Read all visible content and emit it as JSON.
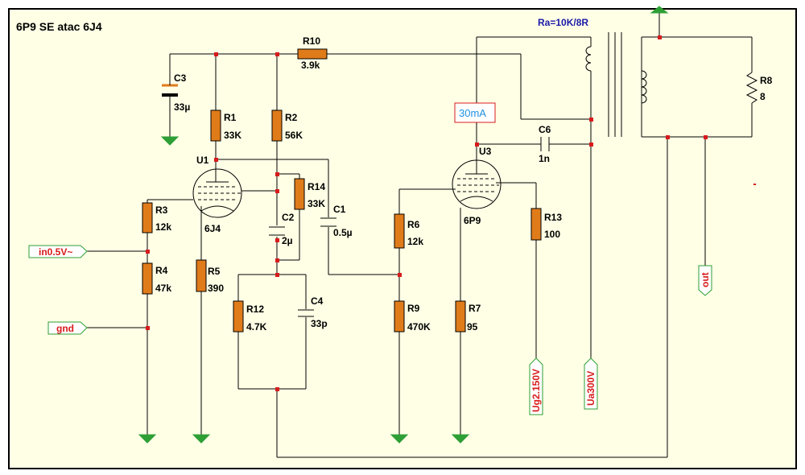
{
  "title": "6P9 SE atac 6J4",
  "transformer": {
    "label": "Ra=10K/8R"
  },
  "meter": {
    "label": "30mA"
  },
  "resistors": {
    "R1": {
      "name": "R1",
      "value": "33K"
    },
    "R2": {
      "name": "R2",
      "value": "56K"
    },
    "R3": {
      "name": "R3",
      "value": "12k"
    },
    "R4": {
      "name": "R4",
      "value": "47k"
    },
    "R5": {
      "name": "R5",
      "value": "390"
    },
    "R6": {
      "name": "R6",
      "value": "12k"
    },
    "R7": {
      "name": "R7",
      "value": "95"
    },
    "R8": {
      "name": "R8",
      "value": "8"
    },
    "R9": {
      "name": "R9",
      "value": "470K"
    },
    "R10": {
      "name": "R10",
      "value": "3.9k"
    },
    "R12": {
      "name": "R12",
      "value": "4.7K"
    },
    "R13": {
      "name": "R13",
      "value": "100"
    },
    "R14": {
      "name": "R14",
      "value": "33K"
    }
  },
  "capacitors": {
    "C1": {
      "name": "C1",
      "value": "0.5µ"
    },
    "C2": {
      "name": "C2",
      "value": "2µ"
    },
    "C3": {
      "name": "C3",
      "value": "33µ"
    },
    "C4": {
      "name": "C4",
      "value": "33p"
    },
    "C6": {
      "name": "C6",
      "value": "1n"
    }
  },
  "tubes": {
    "U1": {
      "name": "U1",
      "type": "6J4"
    },
    "U3": {
      "name": "U3",
      "type": "6P9"
    }
  },
  "ports": {
    "in": "in0.5V~",
    "gnd": "gnd",
    "ug2": "Ug2.150V",
    "ua": "Ua300V",
    "out": "out"
  },
  "colors": {
    "background": "#ffffe6",
    "resistor": "#e07b1a",
    "node": "#d81b1b",
    "ground": "#2e9f35",
    "port_text": "#d81b1b",
    "transformer_label": "#1a1aa8",
    "meter": "#d81b1b"
  }
}
